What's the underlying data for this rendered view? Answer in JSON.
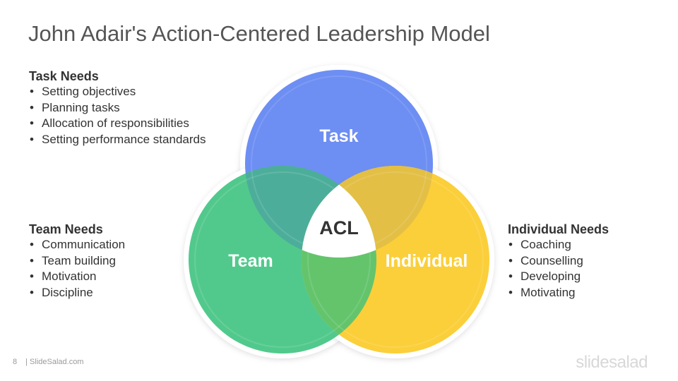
{
  "title": "John Adair's Action-Centered Leadership Model",
  "task_needs": {
    "heading": "Task Needs",
    "items": [
      "Setting objectives",
      "Planning tasks",
      "Allocation of responsibilities",
      "Setting performance standards"
    ]
  },
  "team_needs": {
    "heading": "Team Needs",
    "items": [
      "Communication",
      "Team building",
      "Motivation",
      "Discipline"
    ]
  },
  "individual_needs": {
    "heading": "Individual Needs",
    "items": [
      "Coaching",
      "Counselling",
      "Developing",
      "Motivating"
    ]
  },
  "venn": {
    "task_label": "Task",
    "team_label": "Team",
    "individual_label": "Individual",
    "center_label": "ACL",
    "colors": {
      "task": "#6d8ef3",
      "team": "#52c98c",
      "individual": "#fbcf3a",
      "task_team": "#4cae9a",
      "task_individual": "#e3bf45",
      "team_individual": "#63c46c"
    }
  },
  "footer": {
    "page_number": "8",
    "source": "| SlideSalad.com",
    "logo": "slidesalad"
  }
}
